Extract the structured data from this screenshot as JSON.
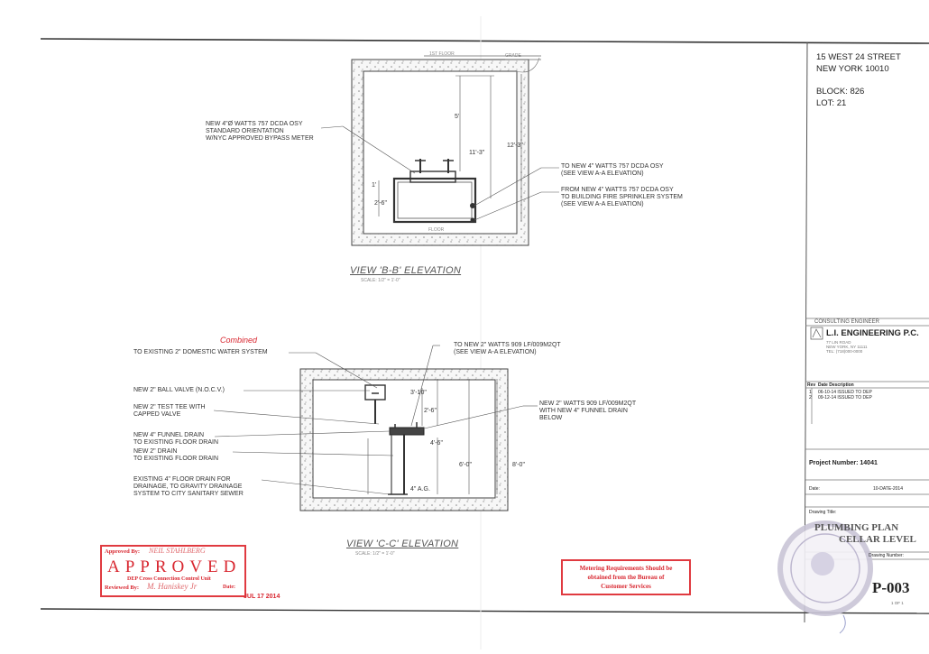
{
  "address": {
    "line1": "15 WEST 24 STREET",
    "line2": "NEW YORK 10010",
    "block": "BLOCK: 826",
    "lot": "LOT: 21"
  },
  "view_b": {
    "title": "VIEW 'B-B' ELEVATION",
    "scale": "SCALE: 1/2\" = 1'-0\"",
    "floor_label": "1ST FLOOR",
    "grade_label": "GRADE",
    "floor_bottom": "FLOOR",
    "note_meter": [
      "NEW 4\"Ø WATTS 757 DCDA OSY",
      "STANDARD ORIENTATION",
      "W/NYC APPROVED BYPASS METER"
    ],
    "note_to": [
      "TO NEW 4\" WATTS 757 DCDA OSY",
      "(SEE VIEW A-A ELEVATION)"
    ],
    "note_from": [
      "FROM NEW 4\" WATTS 757 DCDA OSY",
      "TO BUILDING FIRE SPRINKLER SYSTEM",
      "(SEE VIEW A-A ELEVATION)"
    ],
    "dims": [
      "5'",
      "11'-3\"",
      "12'-3\"",
      "2'-6\"",
      "1'"
    ]
  },
  "view_c": {
    "title": "VIEW 'C-C' ELEVATION",
    "scale": "SCALE: 1/2\" = 1'-0\"",
    "note_water": "TO EXISTING 2\" DOMESTIC WATER SYSTEM",
    "note_water_correction": "Combined",
    "note_to_rpz": [
      "TO NEW 2\" WATTS 909 LF/009M2QT",
      "(SEE VIEW A-A ELEVATION)"
    ],
    "note_ball": "NEW 2\" BALL VALVE (N.O.C.V.)",
    "note_test_tee": [
      "NEW 2\" TEST TEE WITH",
      "CAPPED VALVE"
    ],
    "note_new_rpz": [
      "NEW 2\" WATTS 909 LF/009M2QT",
      "WITH NEW 4\" FUNNEL DRAIN",
      "BELOW"
    ],
    "note_funnel": [
      "NEW 4\" FUNNEL DRAIN",
      "TO EXISTING FLOOR DRAIN"
    ],
    "note_drain": [
      "NEW 2\" DRAIN",
      "TO EXISTING FLOOR DRAIN"
    ],
    "note_existing": [
      "EXISTING 4\" FLOOR DRAIN FOR",
      "DRAINAGE, TO GRAVITY DRAINAGE",
      "SYSTEM TO CITY SANITARY SEWER"
    ],
    "dims": [
      "3'-10\"",
      "2'-6\"",
      "4'-6\"",
      "6'-0\"",
      "8'-0\"",
      "4\" A.G."
    ]
  },
  "stamp_approved": {
    "approved_by": "Approved By:",
    "signature": "NEIL STAHLBERG",
    "word": "APPROVED",
    "unit": "DEP Cross Connection Control Unit",
    "reviewed": "Reviewed By:",
    "reviewer": "M. Haniskey Jr",
    "date_label": "Date:",
    "date": "JUL 17 2014"
  },
  "stamp_metering": {
    "line1": "Metering Requirements Should be",
    "line2": "obtained from the Bureau of",
    "line3": "Customer Services"
  },
  "title_block": {
    "consultant_label": "CONSULTING ENGINEER",
    "firm": "L.I. ENGINEERING P.C.",
    "firm_details": [
      "77 LIN ROAD",
      "NEW YORK, NY 11111",
      "TEL: (718)000-0000"
    ],
    "rev_header": [
      "Rev",
      "Date  Description"
    ],
    "revisions": [
      [
        "1",
        "06-10-14 ISSUED TO DEP"
      ],
      [
        "2",
        "09-12-14 ISSUED TO DEP"
      ]
    ],
    "project_number": "Project Number: 14041",
    "date_label": "Date:",
    "date_value": "10-DATE-2014",
    "drawing_title_label": "Drawing Title:",
    "drawing_title1": "PLUMBING PLAN",
    "drawing_title2": "CELLAR LEVEL",
    "drawing_number_label": "Drawing Number:",
    "drawing_number": "P-003",
    "sheet": "1 OF 1"
  }
}
